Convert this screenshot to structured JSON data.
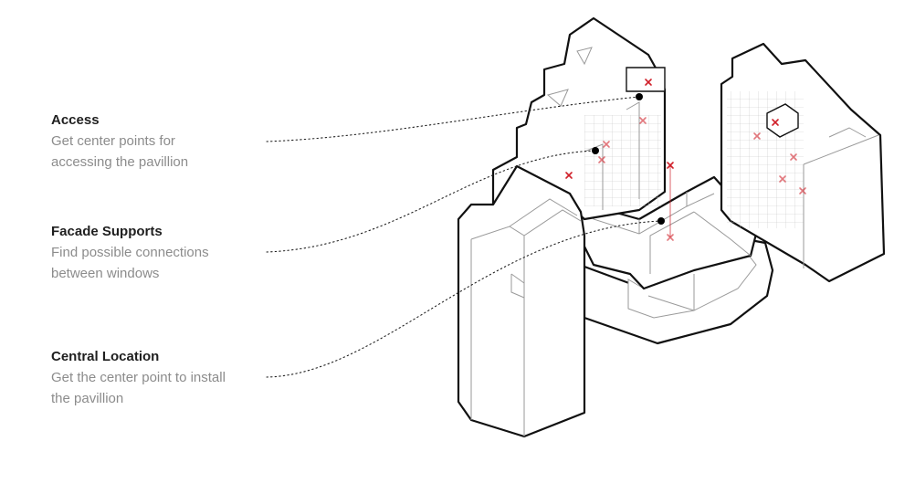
{
  "annotations": [
    {
      "title": "Access",
      "description_lines": [
        "Get center points for",
        "accessing the pavillion"
      ]
    },
    {
      "title": "Facade Supports",
      "description_lines": [
        "Find possible connections",
        "between windows"
      ]
    },
    {
      "title": "Central Location",
      "description_lines": [
        "Get the center point to install",
        "the pavillion"
      ]
    }
  ],
  "colors": {
    "outline": "#111111",
    "thin": "#999999",
    "marker": "#d0202a",
    "title": "#1f1f1f",
    "description": "#8c8c8c"
  }
}
